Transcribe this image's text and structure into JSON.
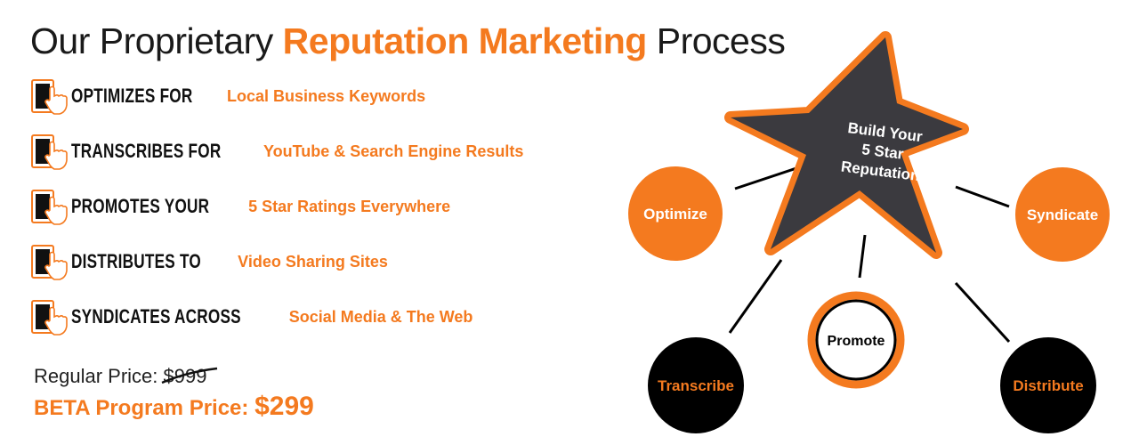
{
  "title": {
    "prefix": "Our Proprietary",
    "accent": "Reputation Marketing",
    "suffix": "Process"
  },
  "features": [
    {
      "icon": "tablet-touch-icon",
      "key": "OPTIMIZES FOR",
      "desc": "Local Business Keywords"
    },
    {
      "icon": "tablet-touch-icon",
      "key": "TRANSCRIBES FOR",
      "desc": "YouTube & Search Engine Results"
    },
    {
      "icon": "tablet-touch-icon",
      "key": "PROMOTES YOUR",
      "desc": "5 Star Ratings Everywhere"
    },
    {
      "icon": "tablet-touch-icon",
      "key": "DISTRIBUTES TO",
      "desc": "Video Sharing Sites"
    },
    {
      "icon": "tablet-touch-icon",
      "key": "SYNDICATES ACROSS",
      "desc": "Social Media & The Web"
    }
  ],
  "pricing": {
    "regular_label": "Regular Price:",
    "regular_value": "$999",
    "beta_label": "BETA Program Price:",
    "beta_value": "$299"
  },
  "diagram": {
    "center_line1": "Build Your",
    "center_line2": "5 Star",
    "center_line3": "Reputation",
    "nodes": {
      "optimize": "Optimize",
      "syndicate": "Syndicate",
      "transcribe": "Transcribe",
      "promote": "Promote",
      "distribute": "Distribute"
    }
  },
  "colors": {
    "accent": "#f47a1f",
    "dark": "#3b3a3f",
    "black": "#000000"
  }
}
